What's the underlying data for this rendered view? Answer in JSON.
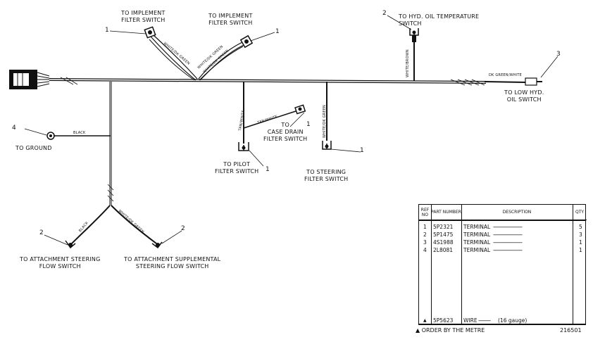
{
  "labels": {
    "implement_left": "TO IMPLEMENT\nFILTER SWITCH",
    "implement_right": "TO IMPLEMENT\nFILTER SWITCH",
    "hyd_temp": "TO HYD. OIL TEMPERATURE\nSWITCH",
    "low_hyd": "TO LOW HYD.\nOIL SWITCH",
    "ground": "TO GROUND",
    "case_drain": "TO\nCASE DRAIN\nFILTER SWITCH",
    "pilot": "TO PILOT\nFILTER SWITCH",
    "steering": "TO STEERING\nFILTER SWITCH",
    "attach_steering": "TO ATTACHMENT STEERING\nFLOW SWITCH",
    "attach_supp": "TO ATTACHMENT SUPPLEMENTAL\nSTEERING FLOW SWITCH"
  },
  "callouts": {
    "implement_left": "1",
    "implement_right": "1",
    "hyd_temp": "2",
    "low_hyd": "3",
    "ground": "4",
    "pilot": "1",
    "case_drain": "1",
    "steering": "1",
    "attach_steering": "2",
    "attach_supp": "2"
  },
  "wire_labels": {
    "imp_left_1": "WHITE/DK GREEN",
    "imp_right_1": "WHITE/DK GREEN",
    "imp_right_2": "WHITE/DK GREEN",
    "hyd_temp": "WHITE/BROWN",
    "low_hyd": "DK GREEN/WHITE",
    "ground": "BLACK",
    "pilot": "TAN/WHITE",
    "case_drain": "TAN/WHITE",
    "steering": "WHITE/DK GREEN",
    "attach_steering": "BLACK",
    "attach_supp": "WHITE/DK GREEN"
  },
  "parts_table": {
    "headers": [
      "REF\nNO",
      "PART\nNUMBER",
      "DESCRIPTION",
      "QTY"
    ],
    "rows": [
      {
        "ref": "1",
        "part": "5P2321",
        "desc": "TERMINAL",
        "qty": "5"
      },
      {
        "ref": "2",
        "part": "5P1475",
        "desc": "TERMINAL",
        "qty": "3"
      },
      {
        "ref": "3",
        "part": "4S1988",
        "desc": "TERMINAL",
        "qty": "1"
      },
      {
        "ref": "4",
        "part": "2L8081",
        "desc": "TERMINAL",
        "qty": "1"
      }
    ],
    "wire_row": {
      "ref": "▲",
      "part": "5P5623",
      "desc": "WIRE",
      "gauge": "(16 gauge)",
      "qty": ""
    }
  },
  "footnote": "▲ ORDER BY THE METRE",
  "drawing_number": "216501"
}
